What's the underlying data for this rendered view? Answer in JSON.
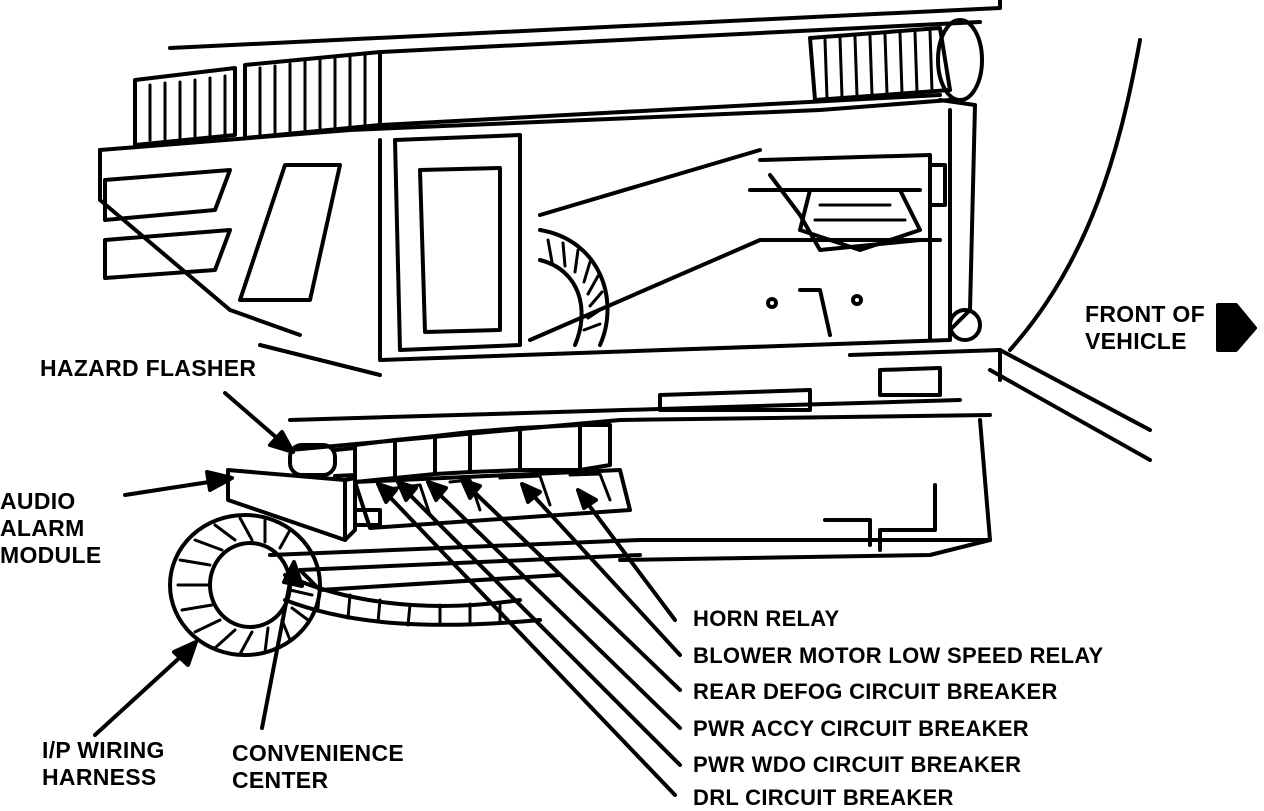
{
  "labels": {
    "hazard_flasher": "HAZARD FLASHER",
    "audio_alarm_module": [
      "AUDIO",
      "ALARM",
      "MODULE"
    ],
    "front_of_vehicle": [
      "FRONT OF",
      "VEHICLE"
    ],
    "ip_wiring_harness": [
      "I/P WIRING",
      "HARNESS"
    ],
    "convenience_center": [
      "CONVENIENCE",
      "CENTER"
    ],
    "callouts": [
      "HORN RELAY",
      "BLOWER MOTOR LOW SPEED RELAY",
      "REAR DEFOG CIRCUIT BREAKER",
      "PWR ACCY CIRCUIT BREAKER",
      "PWR WDO CIRCUIT BREAKER",
      "DRL CIRCUIT BREAKER"
    ]
  }
}
